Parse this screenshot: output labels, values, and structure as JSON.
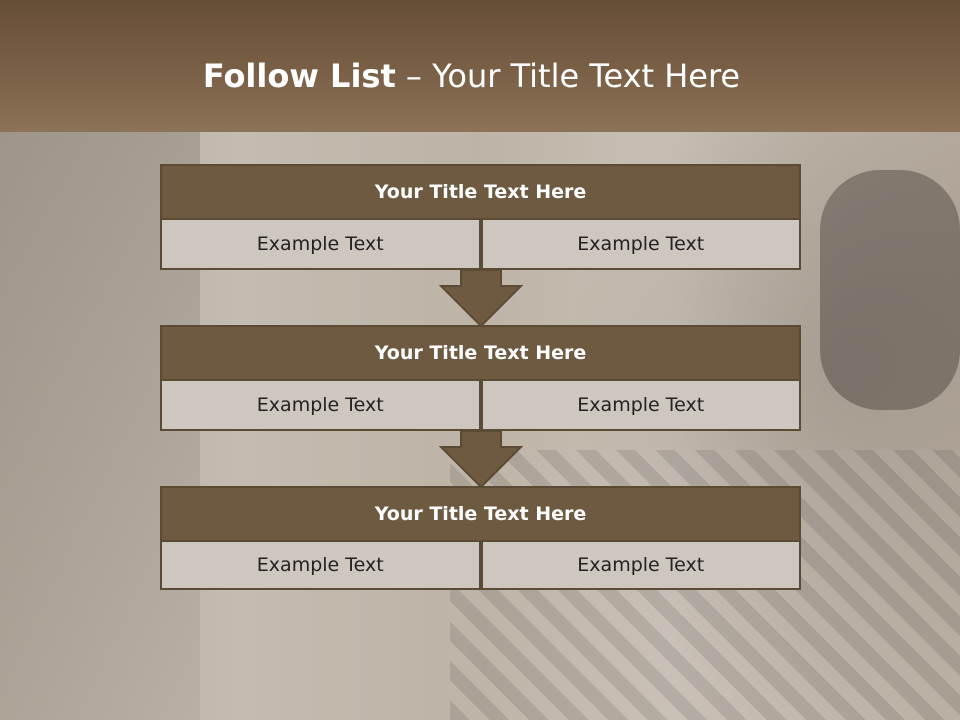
{
  "slide": {
    "title_bold": "Follow List",
    "title_rest": " – Your Title Text Here"
  },
  "blocks": [
    {
      "title": "Your Title Text Here",
      "left": "Example Text",
      "right": "Example Text"
    },
    {
      "title": "Your Title Text Here",
      "left": "Example Text",
      "right": "Example Text"
    },
    {
      "title": "Your Title Text Here",
      "left": "Example Text",
      "right": "Example Text"
    }
  ],
  "colors": {
    "header": "#7a6046",
    "block_title": "#6e5a40",
    "cell": "#cdc7c0",
    "arrow": "#6e5a40"
  }
}
